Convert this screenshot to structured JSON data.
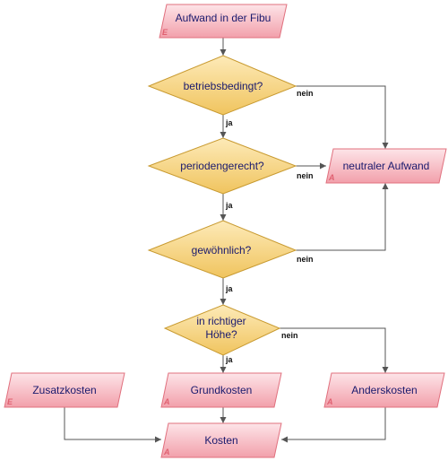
{
  "nodes": {
    "aufwand_fibu": {
      "label": "Aufwand in der Fibu",
      "tag": "E"
    },
    "betriebsbedingt": {
      "label": "betriebsbedingt?"
    },
    "periodengerecht": {
      "label": "periodengerecht?"
    },
    "gewoehnlich": {
      "label": "gewöhnlich?"
    },
    "richtige_hoehe": {
      "label_line1": "in richtiger",
      "label_line2": "Höhe?"
    },
    "neutraler_aufwand": {
      "label": "neutraler Aufwand",
      "tag": "A"
    },
    "zusatzkosten": {
      "label": "Zusatzkosten",
      "tag": "E"
    },
    "grundkosten": {
      "label": "Grundkosten",
      "tag": "A"
    },
    "anderskosten": {
      "label": "Anderskosten",
      "tag": "A"
    },
    "kosten": {
      "label": "Kosten",
      "tag": "A"
    }
  },
  "edges": {
    "yes": "ja",
    "no": "nein"
  },
  "colors": {
    "data_fill_top": "#fde4e8",
    "data_fill_bottom": "#f2a0ab",
    "data_stroke": "#e0707e",
    "decision_fill_top": "#fdeab8",
    "decision_fill_bottom": "#f0c45e",
    "decision_stroke": "#c89a30",
    "edge": "#555555"
  }
}
